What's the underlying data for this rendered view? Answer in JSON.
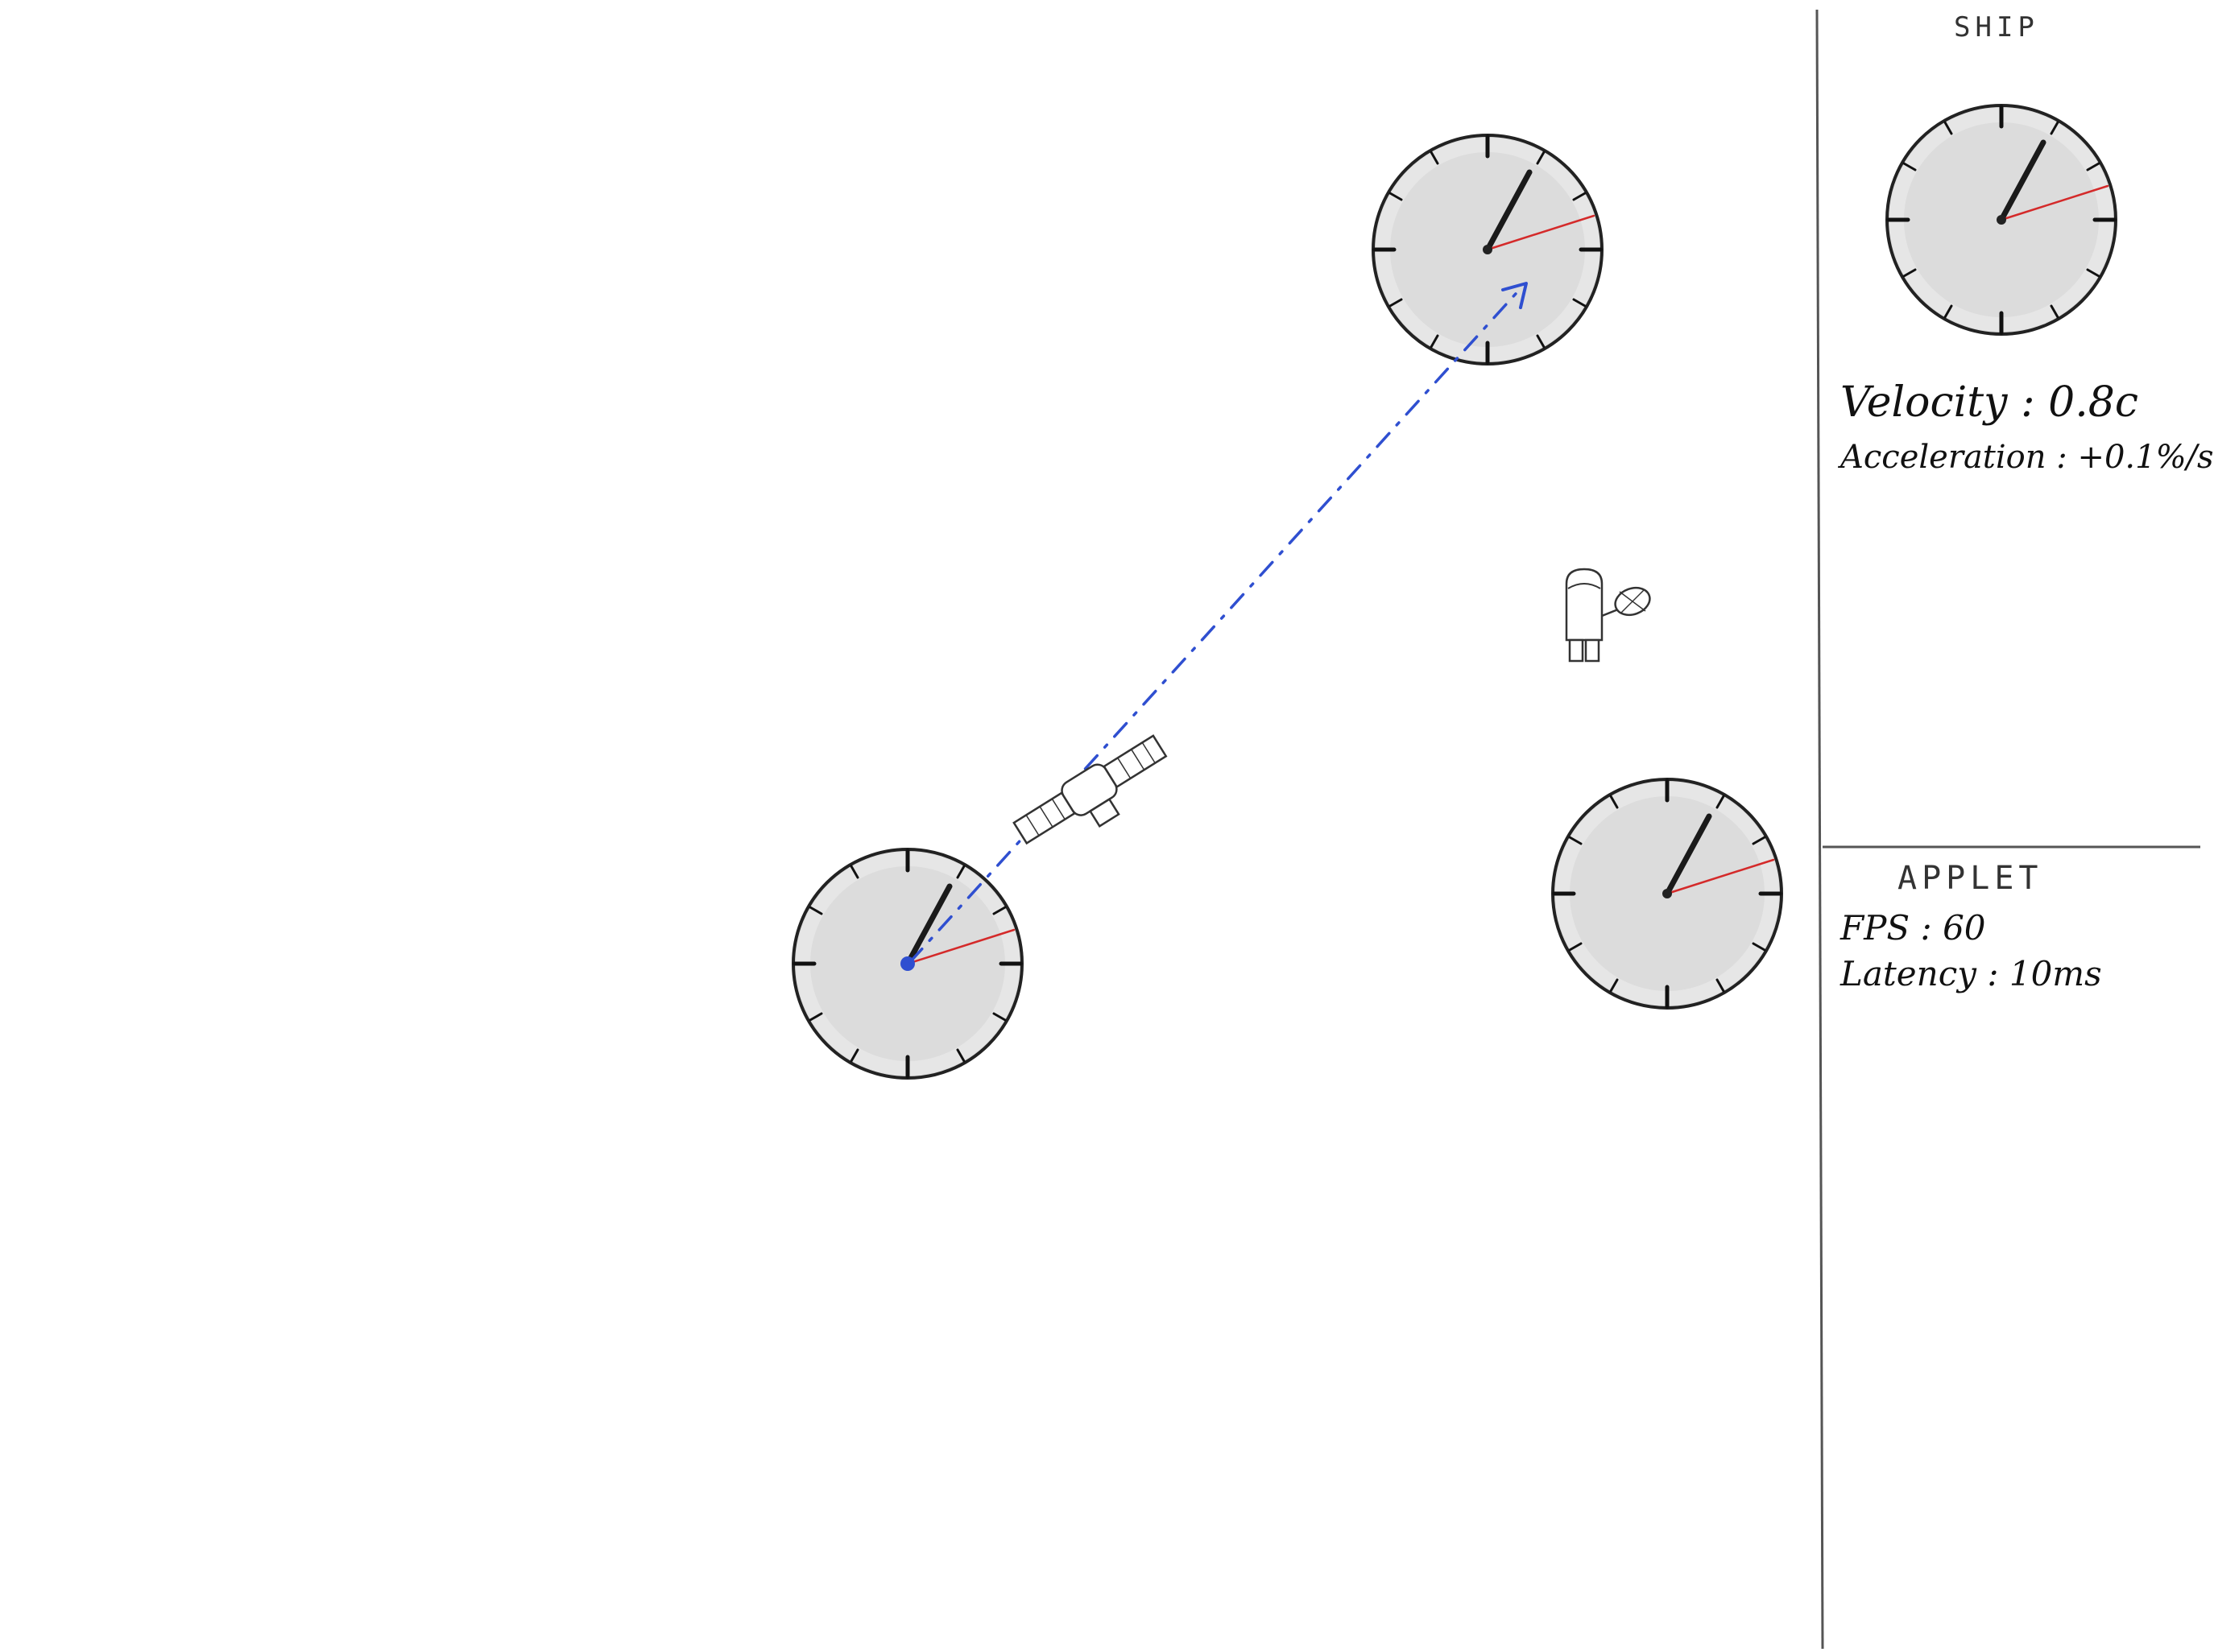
{
  "sidebar": {
    "ship_section": {
      "title": "SHIP",
      "velocity_label": "Velocity",
      "velocity_value": "0.8c",
      "acceleration_label": "Acceleration",
      "acceleration_value": "+0.1%/s"
    },
    "applet_section": {
      "title": "APPLET",
      "fps_label": "FPS",
      "fps_value": "60",
      "latency_label": "Latency",
      "latency_value": "10ms"
    }
  },
  "colors": {
    "clock_face": "#dcdcdc",
    "clock_outline": "#222222",
    "hour_hand": "#1a1a1a",
    "second_hand": "#d42a2a",
    "signal_path": "#2f4fd0",
    "panel_line": "#555555"
  },
  "icons": {
    "clock": "analog-clock-icon",
    "satellite": "satellite-icon",
    "astronaut": "astronaut-icon"
  }
}
